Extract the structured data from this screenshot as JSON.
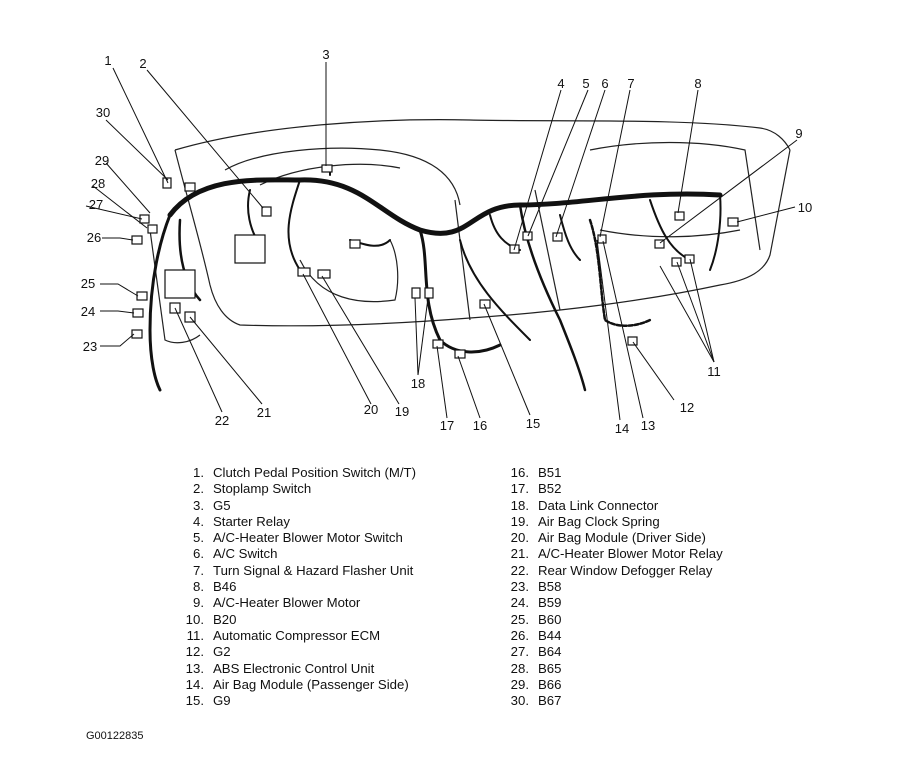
{
  "callouts": [
    "1",
    "2",
    "3",
    "4",
    "5",
    "6",
    "7",
    "8",
    "9",
    "10",
    "11",
    "12",
    "13",
    "14",
    "15",
    "16",
    "17",
    "18",
    "19",
    "20",
    "21",
    "22",
    "23",
    "24",
    "25",
    "26",
    "27",
    "28",
    "29",
    "30"
  ],
  "legend_left": [
    {
      "num": "1.",
      "label": "Clutch Pedal Position Switch (M/T)"
    },
    {
      "num": "2.",
      "label": "Stoplamp Switch"
    },
    {
      "num": "3.",
      "label": "G5"
    },
    {
      "num": "4.",
      "label": "Starter Relay"
    },
    {
      "num": "5.",
      "label": "A/C-Heater Blower Motor Switch"
    },
    {
      "num": "6.",
      "label": "A/C Switch"
    },
    {
      "num": "7.",
      "label": "Turn Signal & Hazard Flasher Unit"
    },
    {
      "num": "8.",
      "label": "B46"
    },
    {
      "num": "9.",
      "label": "A/C-Heater Blower Motor"
    },
    {
      "num": "10.",
      "label": "B20"
    },
    {
      "num": "11.",
      "label": "Automatic Compressor ECM"
    },
    {
      "num": "12.",
      "label": "G2"
    },
    {
      "num": "13.",
      "label": "ABS Electronic Control Unit"
    },
    {
      "num": "14.",
      "label": "Air Bag Module (Passenger Side)"
    },
    {
      "num": "15.",
      "label": "G9"
    }
  ],
  "legend_right": [
    {
      "num": "16.",
      "label": "B51"
    },
    {
      "num": "17.",
      "label": "B52"
    },
    {
      "num": "18.",
      "label": "Data Link Connector"
    },
    {
      "num": "19.",
      "label": "Air Bag Clock Spring"
    },
    {
      "num": "20.",
      "label": "Air Bag Module (Driver Side)"
    },
    {
      "num": "21.",
      "label": "A/C-Heater Blower Motor Relay"
    },
    {
      "num": "22.",
      "label": "Rear Window Defogger Relay"
    },
    {
      "num": "23.",
      "label": "B58"
    },
    {
      "num": "24.",
      "label": "B59"
    },
    {
      "num": "25.",
      "label": "B60"
    },
    {
      "num": "26.",
      "label": "B44"
    },
    {
      "num": "27.",
      "label": "B64"
    },
    {
      "num": "28.",
      "label": "B65"
    },
    {
      "num": "29.",
      "label": "B66"
    },
    {
      "num": "30.",
      "label": "B67"
    }
  ],
  "figure_code": "G00122835"
}
